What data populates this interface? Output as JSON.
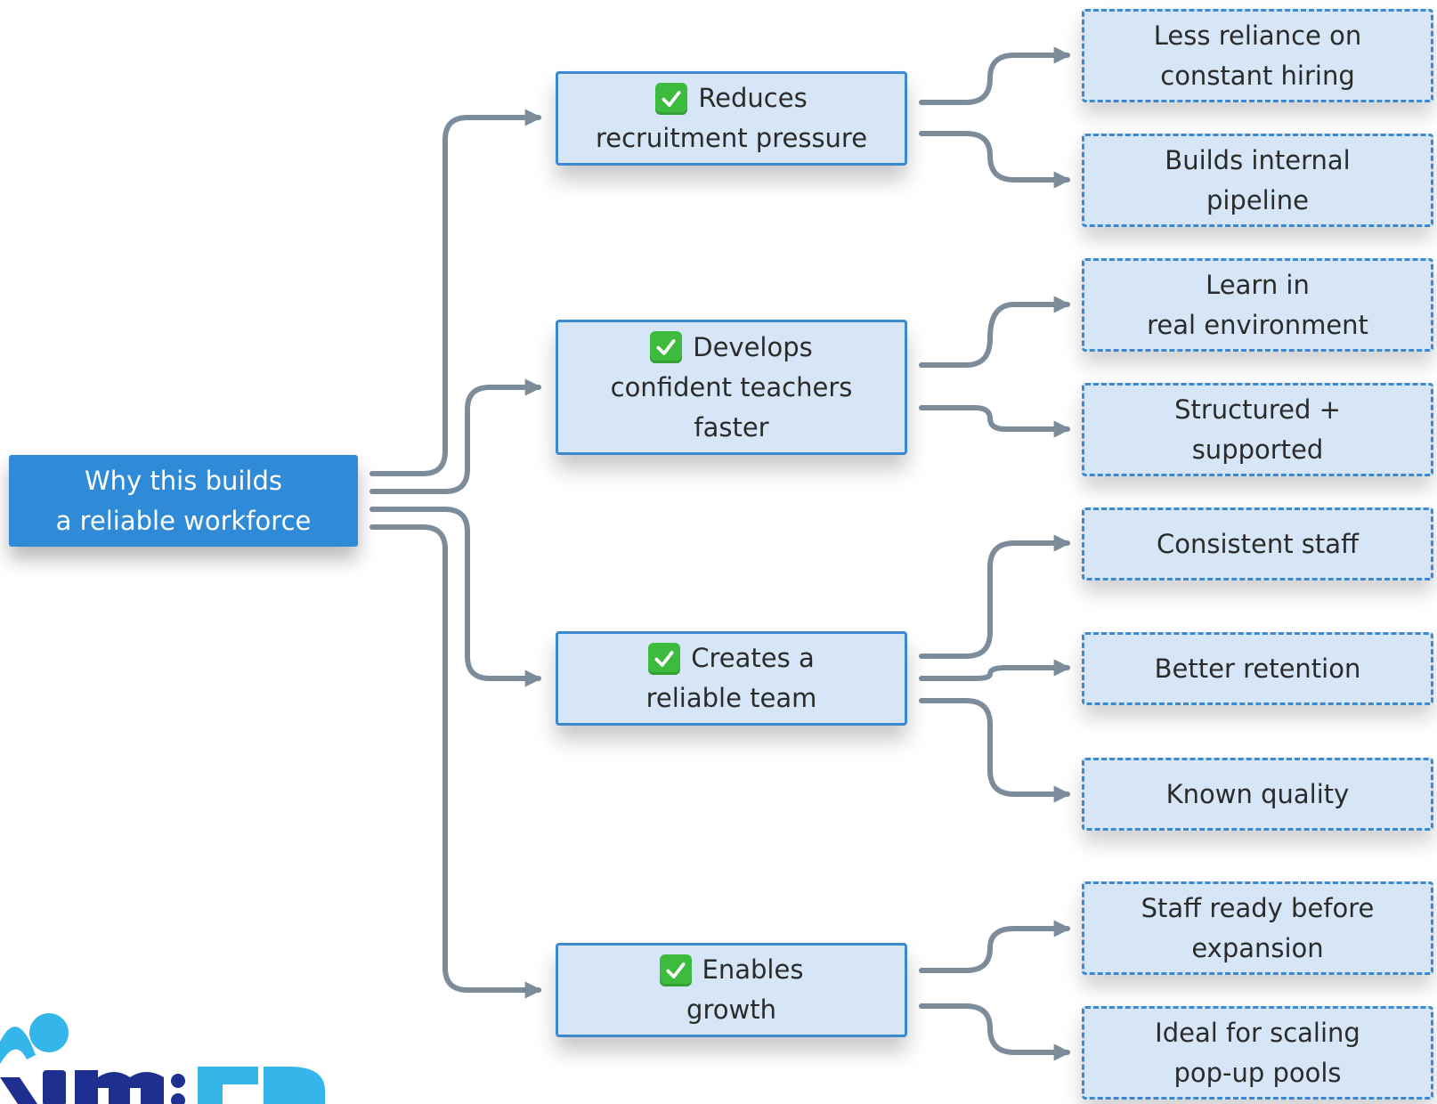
{
  "root": {
    "lines": [
      "Why this builds",
      "a reliable workforce"
    ]
  },
  "branches": [
    {
      "lines": [
        "Reduces",
        "recruitment pressure"
      ],
      "icon": "check-mark-button-icon",
      "leaves": [
        {
          "lines": [
            "Less reliance on",
            "constant hiring"
          ]
        },
        {
          "lines": [
            "Builds internal",
            "pipeline"
          ]
        }
      ]
    },
    {
      "lines": [
        "Develops",
        "confident teachers",
        "faster"
      ],
      "icon": "check-mark-button-icon",
      "leaves": [
        {
          "lines": [
            "Learn in",
            "real environment"
          ]
        },
        {
          "lines": [
            "Structured +",
            "supported"
          ]
        }
      ]
    },
    {
      "lines": [
        "Creates a",
        "reliable team"
      ],
      "icon": "check-mark-button-icon",
      "leaves": [
        {
          "lines": [
            "Consistent staff"
          ]
        },
        {
          "lines": [
            "Better retention"
          ]
        },
        {
          "lines": [
            "Known quality"
          ]
        }
      ]
    },
    {
      "lines": [
        "Enables",
        "growth"
      ],
      "icon": "check-mark-button-icon",
      "leaves": [
        {
          "lines": [
            "Staff ready before",
            "expansion"
          ]
        },
        {
          "lines": [
            "Ideal for scaling",
            "pop-up pools"
          ]
        }
      ]
    }
  ],
  "logo": {
    "text": "im:ED",
    "icon": "swimmer-logo-icon"
  },
  "colors": {
    "root_fill": "#2f8ad8",
    "node_fill": "#d6e6f6",
    "node_border": "#3d89d1",
    "connector": "#7d8c9b",
    "check": "#3dbb3f",
    "logo_dark": "#1f2f8f",
    "logo_light": "#35b6ea"
  }
}
